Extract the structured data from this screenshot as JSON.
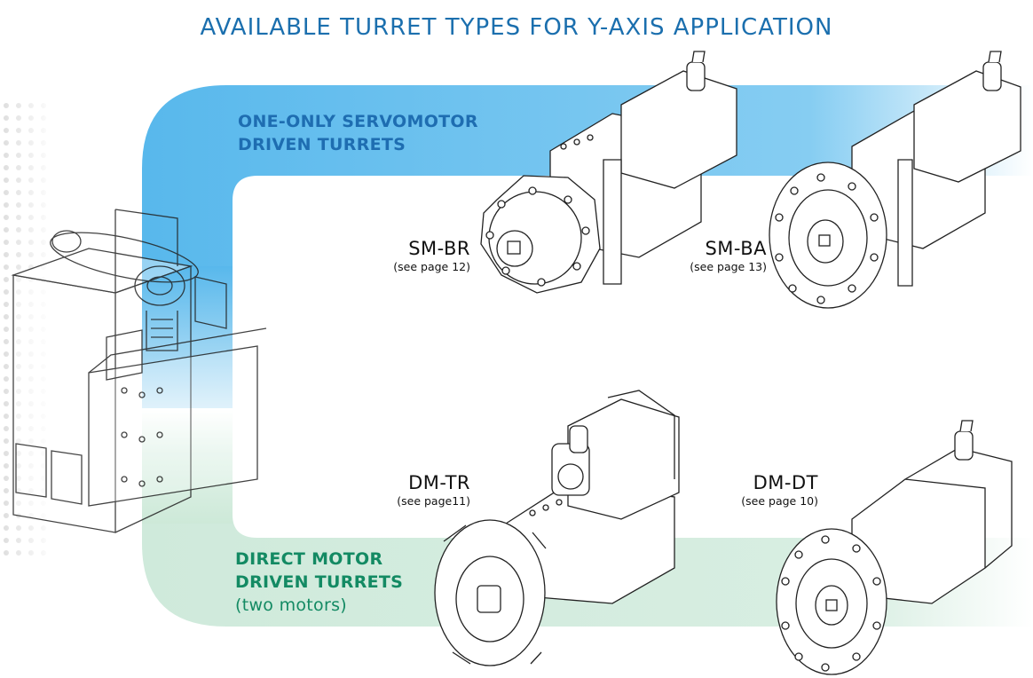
{
  "title": "AVAILABLE TURRET TYPES FOR Y-AXIS APPLICATION",
  "groups": {
    "servo": {
      "line1": "ONE-ONLY SERVOMOTOR",
      "line2": "DRIVEN TURRETS"
    },
    "direct": {
      "line1": "DIRECT MOTOR",
      "line2": "DRIVEN TURRETS",
      "line3": "(two motors)"
    }
  },
  "models": [
    {
      "code": "SM-BR",
      "page": "(see page 12)"
    },
    {
      "code": "SM-BA",
      "page": "(see page 13)"
    },
    {
      "code": "DM-TR",
      "page": "(see page11)"
    },
    {
      "code": "DM-DT",
      "page": "(see page 10)"
    }
  ],
  "colors": {
    "title": "#1b6fae",
    "servo_band": "#5ab9ec",
    "servo_text": "#1e6db1",
    "direct_band": "#cde9d8",
    "direct_text": "#138a63"
  },
  "icons": [
    "y-axis-slide-drawing",
    "sm-br-turret-drawing",
    "sm-ba-turret-drawing",
    "dm-tr-turret-drawing",
    "dm-dt-turret-drawing"
  ]
}
